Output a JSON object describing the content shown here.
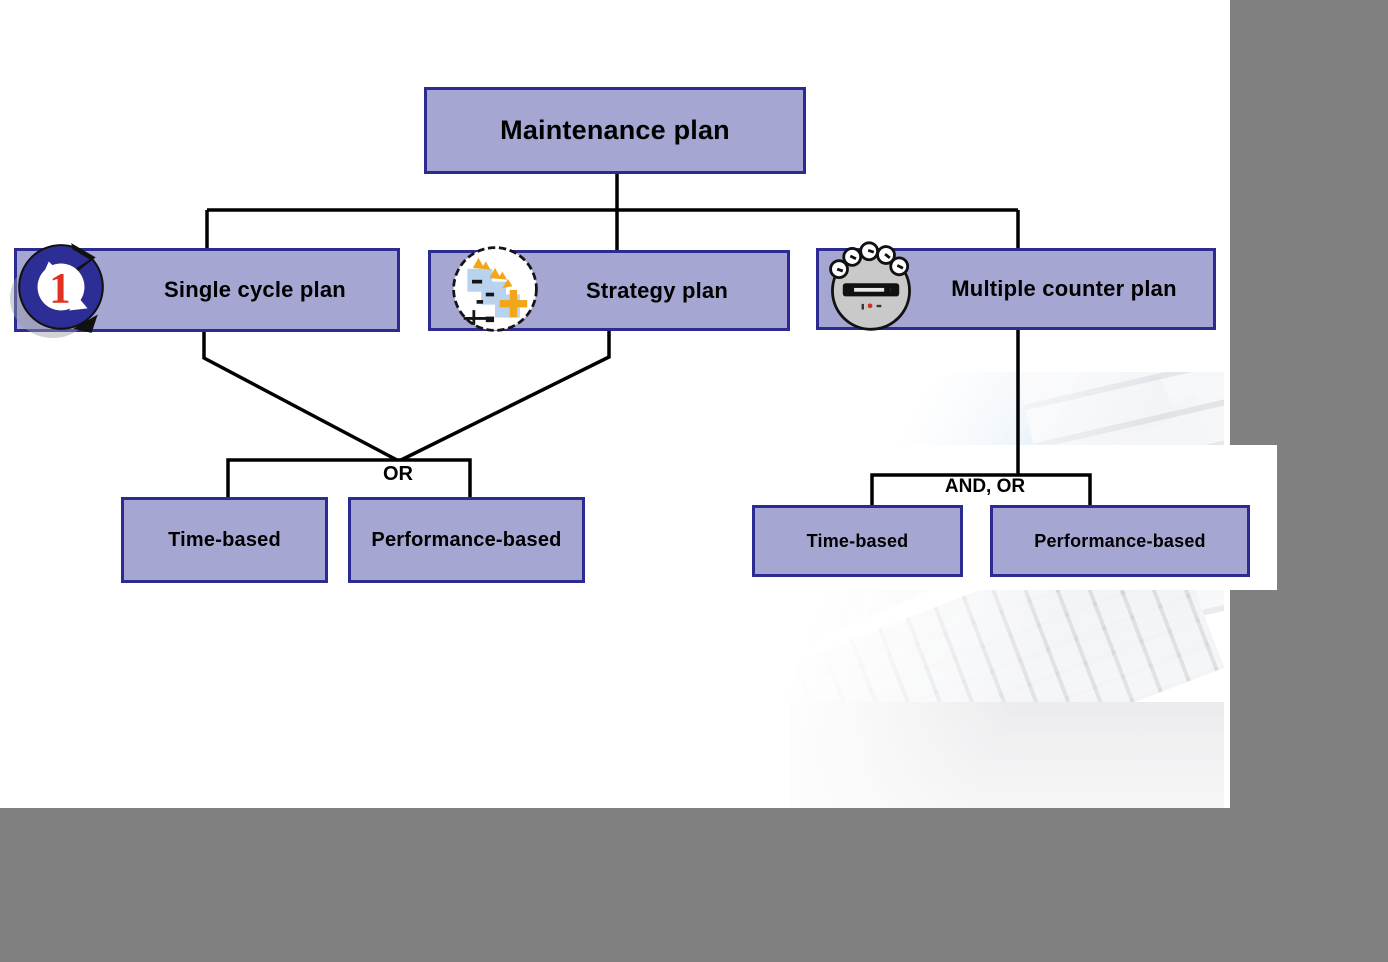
{
  "slide": {
    "background": {
      "canvas_color": "#808080",
      "slide_color": "#ffffff"
    },
    "diagram": {
      "root_label": "Maintenance plan",
      "plans": [
        {
          "label": "Single cycle plan",
          "icon": "single-cycle-icon",
          "badge": "1"
        },
        {
          "label": "Strategy plan",
          "icon": "strategy-calendar-icon"
        },
        {
          "label": "Multiple counter plan",
          "icon": "multiple-counter-icon"
        }
      ],
      "left_group": {
        "connector_label": "OR",
        "children": [
          "Time-based",
          "Performance-based"
        ]
      },
      "right_group": {
        "connector_label": "AND, OR",
        "children": [
          "Time-based",
          "Performance-based"
        ]
      },
      "colors": {
        "node_fill": "#a6a6d2",
        "node_border": "#2b2b91",
        "connector": "#000000",
        "cycle_icon_blue": "#2d2d96",
        "cycle_badge_red": "#e03221",
        "strategy_orange": "#f2a71b",
        "strategy_page_blue": "#b9d3ee",
        "counter_body_gray": "#c9c9c9"
      }
    }
  }
}
